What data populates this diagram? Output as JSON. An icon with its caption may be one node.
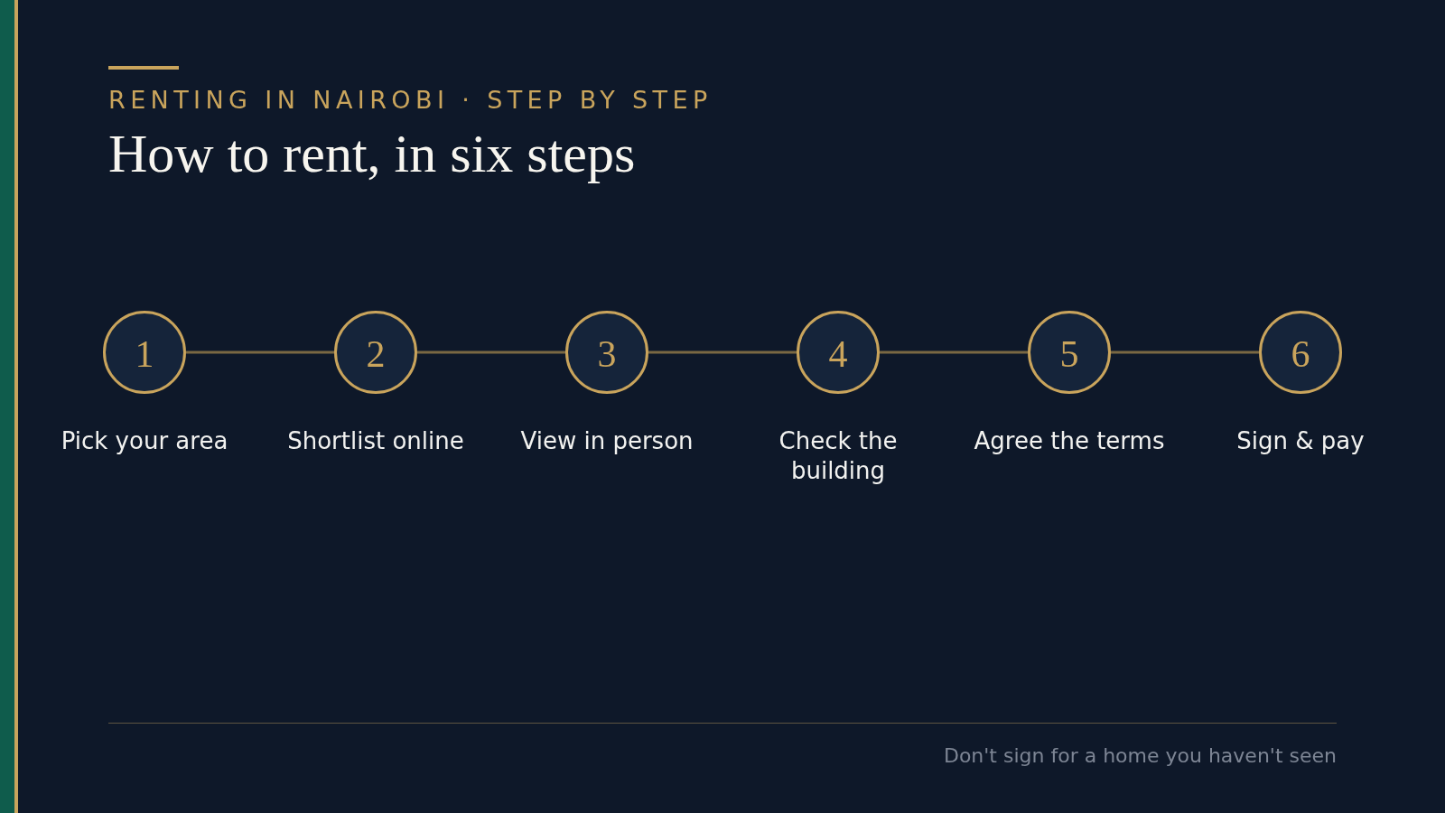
{
  "diagram": {
    "title": "How to rent, in six steps",
    "nodes": [
      {
        "text": [
          "1"
        ],
        "beside": [
          "Pick your area"
        ]
      },
      {
        "text": [
          "2"
        ],
        "beside": [
          "Shortlist online"
        ]
      },
      {
        "text": [
          "3"
        ],
        "beside": [
          "View in person"
        ]
      },
      {
        "text": [
          "4"
        ],
        "beside": [
          "Check the building"
        ]
      },
      {
        "text": [
          "5"
        ],
        "beside": [
          "Agree the terms"
        ]
      },
      {
        "text": [
          "6"
        ],
        "beside": [
          "Sign & pay"
        ]
      }
    ],
    "edges": [
      {
        "from": 0,
        "to": 1,
        "arrow": "none"
      },
      {
        "from": 1,
        "to": 2,
        "arrow": "none"
      },
      {
        "from": 2,
        "to": 3,
        "arrow": "none"
      },
      {
        "from": 3,
        "to": 4,
        "arrow": "none"
      },
      {
        "from": 4,
        "to": 5,
        "arrow": "none"
      }
    ],
    "labels": [
      "RENTING IN NAIROBI · STEP BY STEP",
      "Don't sign for a home you haven't seen"
    ]
  }
}
